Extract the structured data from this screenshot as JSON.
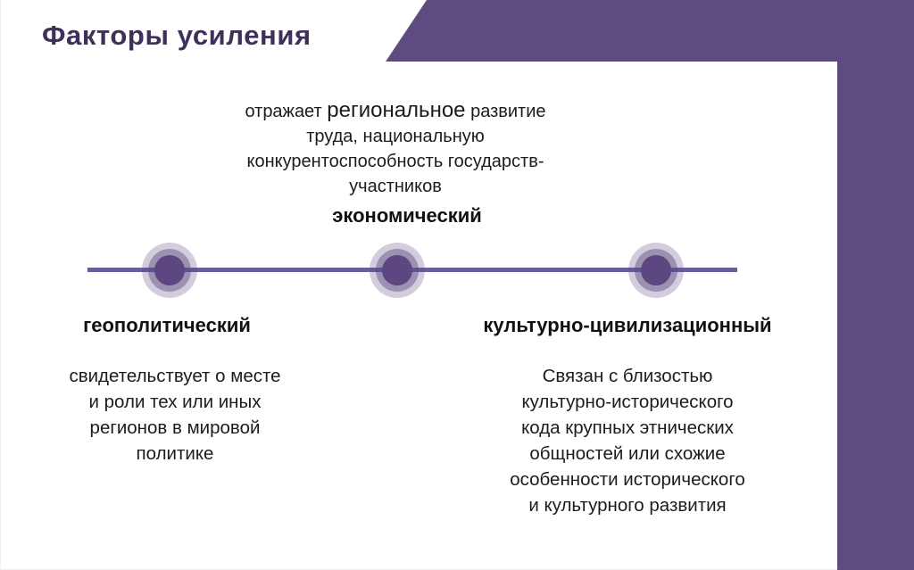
{
  "slide": {
    "title": "Факторы усиления",
    "colors": {
      "accent_purple": "#5e4b80",
      "title_purple": "#3f3059",
      "line_purple": "#6c5c9c",
      "dot_inner": "#5c4780",
      "dot_mid": "#a89bc0",
      "dot_outer": "#d5cde2",
      "text": "#1c1c1c"
    }
  },
  "timeline": {
    "nodes": [
      {
        "id": "geopolitical",
        "label": "геополитический",
        "description_lines": [
          "свидетельствует о месте",
          "и роли тех или иных",
          "регионов в мировой",
          "политике"
        ]
      },
      {
        "id": "economic",
        "label": "экономический",
        "description_first_line_parts": [
          "отражает ",
          "региональное",
          " развитие"
        ],
        "description_lines": [
          "труда, национальную",
          "конкурентоспособность государств-",
          "участников"
        ]
      },
      {
        "id": "cultural",
        "label": "культурно-цивилизационный",
        "description_lines": [
          "Связан с близостью",
          "культурно-исторического",
          "кода крупных этнических",
          "общностей или схожие",
          "особенности исторического",
          "и культурного развития"
        ]
      }
    ]
  }
}
